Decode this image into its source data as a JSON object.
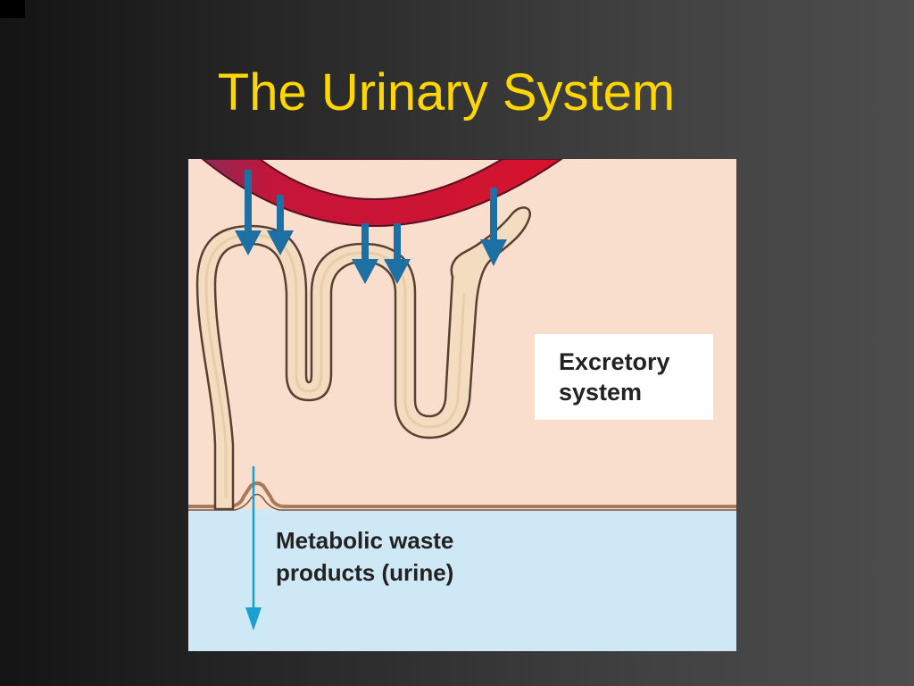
{
  "slide": {
    "title": "The Urinary System"
  },
  "diagram": {
    "labels": {
      "excretory_line1": "Excretory",
      "excretory_line2": "system",
      "waste_line1": "Metabolic waste",
      "waste_line2": "products (urine)"
    },
    "colors": {
      "title": "#ffd700",
      "tissue_background": "#f9dece",
      "lumen_background": "#cfe8f5",
      "blood_vessel": "#d1112e",
      "tubule": "#f0d8b8",
      "arrows": "#1d6fa4",
      "outflow_arrow": "#1a9fd1"
    }
  }
}
